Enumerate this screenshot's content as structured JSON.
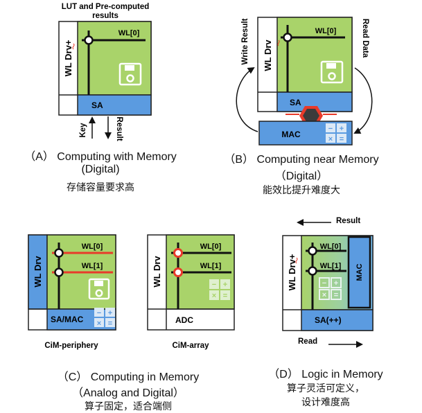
{
  "panels": {
    "a": {
      "top_label_1": "LUT and Pre-computed",
      "top_label_2": "results",
      "wl_drv": "WL Drv+",
      "wl0": "WL[0]",
      "sa": "SA",
      "key": "Key",
      "result": "Result",
      "caption_1": "（A） Computing with Memory",
      "caption_2": "(Digital)",
      "caption_cn": "存储容量要求高"
    },
    "b": {
      "write_result": "Write Result",
      "read_data": "Read Data",
      "wl_drv": "WL Drv",
      "wl0": "WL[0]",
      "sa": "SA",
      "mac": "MAC",
      "caption_1": "（B） Computing near Memory",
      "caption_2": "（Digital）",
      "caption_cn": "能效比提升难度大"
    },
    "c": {
      "left": {
        "wl_drv": "WL Drv",
        "wl0": "WL[0]",
        "wl1": "WL[1]",
        "sa": "SA/MAC",
        "label": "CiM-periphery"
      },
      "right": {
        "wl_drv": "WL Drv",
        "wl0": "WL[0]",
        "wl1": "WL[1]",
        "adc": "ADC",
        "label": "CiM-array"
      },
      "caption_1": "（C） Computing in Memory",
      "caption_2": "（Analog and Digital）",
      "caption_cn": "算子固定，适合端侧"
    },
    "d": {
      "result": "Result",
      "wl_drv": "WL Drv+",
      "wl0": "WL[0]",
      "wl1": "WL[1]",
      "mac": "MAC",
      "sa": "SA(++)",
      "read": "Read",
      "caption_1": "（D） Logic in Memory",
      "caption_cn_1": "算子灵活可定义，",
      "caption_cn_2": "设计难度高"
    }
  },
  "colors": {
    "array_green": "#a9d36a",
    "sa_blue": "#5b9be0",
    "light_blue": "#79b3ee",
    "wire_red": "#e83a2a",
    "outline": "#222222"
  }
}
